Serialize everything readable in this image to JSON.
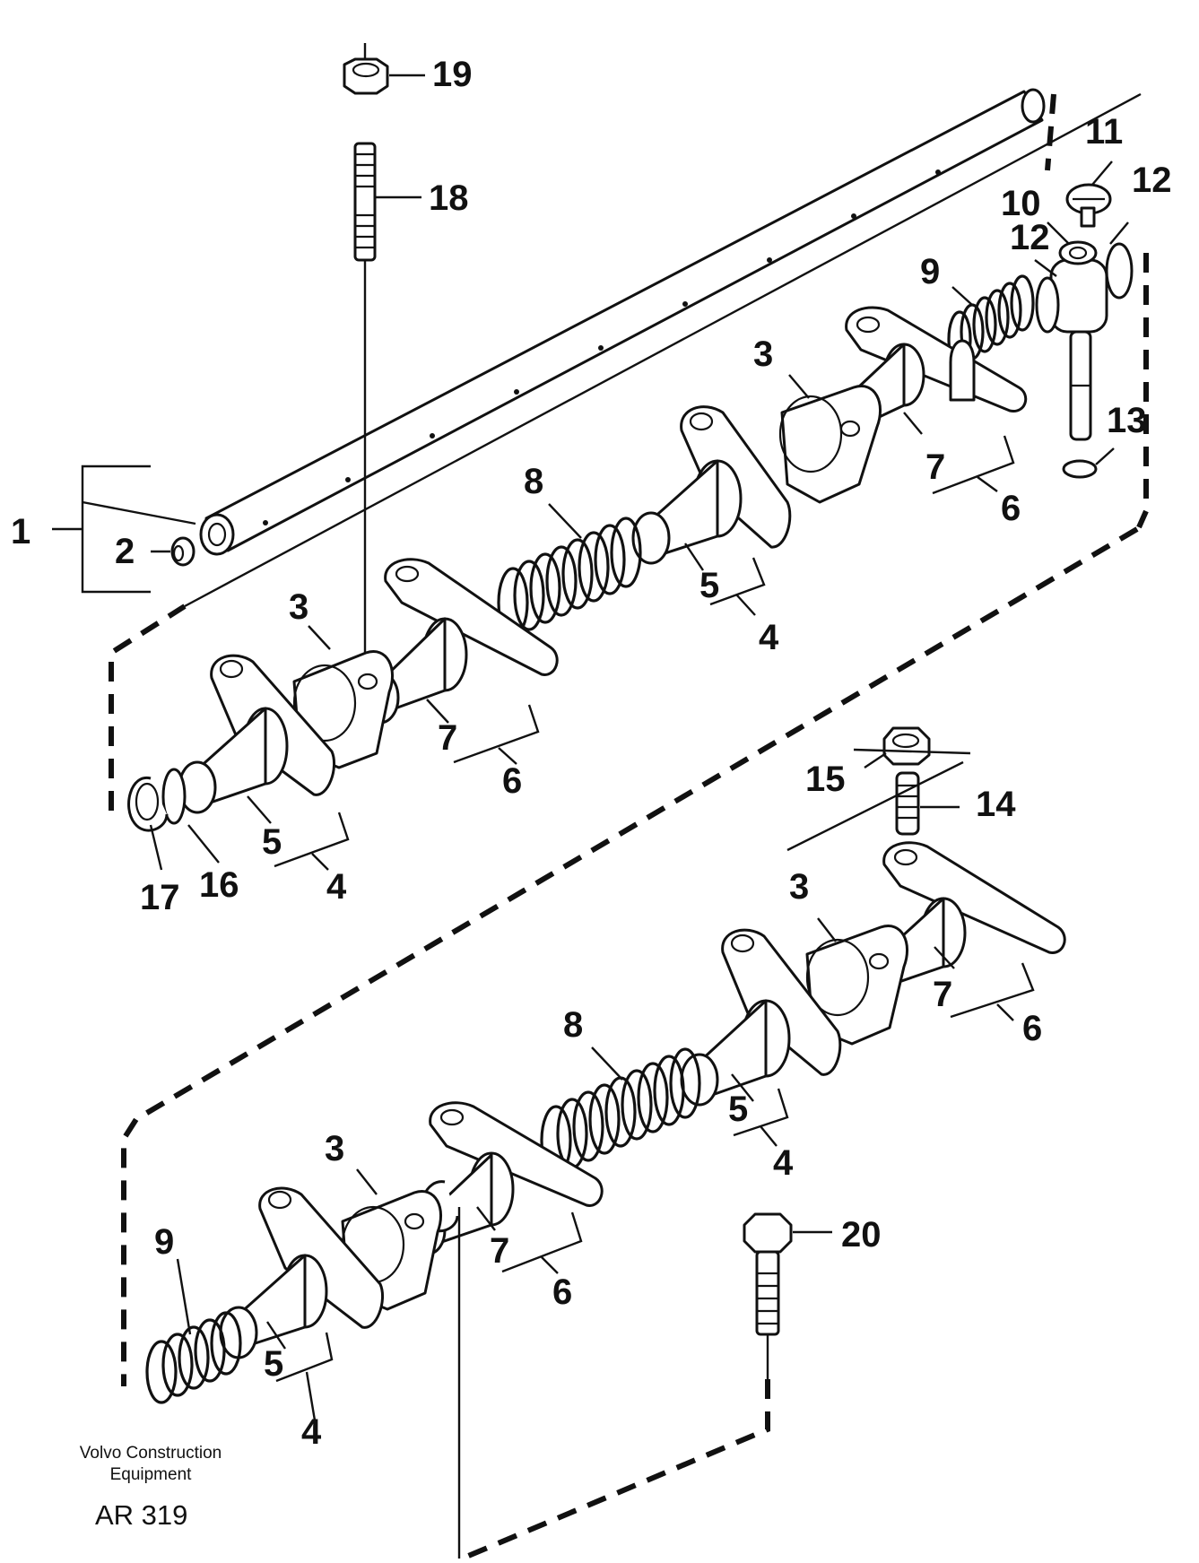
{
  "callouts": {
    "n1": "1",
    "n2": "2",
    "n3a": "3",
    "n3b": "3",
    "n3c": "3",
    "n3d": "3",
    "n4a": "4",
    "n4b": "4",
    "n4c": "4",
    "n4d": "4",
    "n5a": "5",
    "n5b": "5",
    "n5c": "5",
    "n5d": "5",
    "n6a": "6",
    "n6b": "6",
    "n6c": "6",
    "n6d": "6",
    "n7a": "7",
    "n7b": "7",
    "n7c": "7",
    "n7d": "7",
    "n8a": "8",
    "n8b": "8",
    "n9a": "9",
    "n9b": "9",
    "n10": "10",
    "n11": "11",
    "n12a": "12",
    "n12b": "12",
    "n13": "13",
    "n14": "14",
    "n15": "15",
    "n16": "16",
    "n17": "17",
    "n18": "18",
    "n19": "19",
    "n20": "20"
  },
  "footer": {
    "brand_line1": "Volvo Construction",
    "brand_line2": "Equipment",
    "code": "AR 319"
  }
}
